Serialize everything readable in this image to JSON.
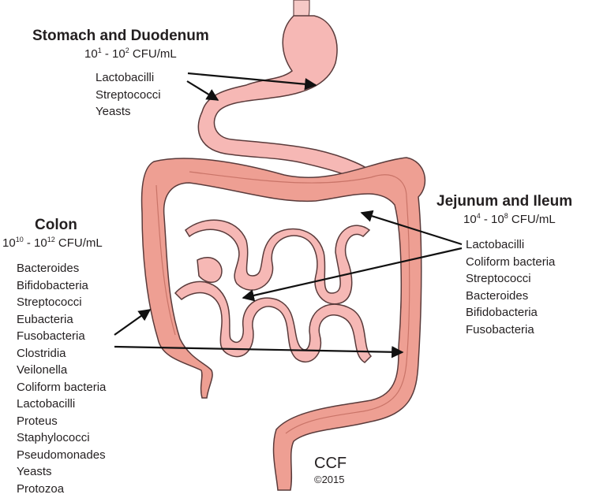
{
  "stomach": {
    "title": "Stomach and Duodenum",
    "range": {
      "a_base": "10",
      "a_exp": "1",
      "sep": " - ",
      "b_base": "10",
      "b_exp": "2",
      "unit": " CFU/mL"
    },
    "organisms": [
      "Lactobacilli",
      "Streptococci",
      "Yeasts"
    ]
  },
  "jejunum": {
    "title": "Jejunum and Ileum",
    "range": {
      "a_base": "10",
      "a_exp": "4",
      "sep": " - ",
      "b_base": "10",
      "b_exp": "8",
      "unit": " CFU/mL"
    },
    "organisms": [
      "Lactobacilli",
      "Coliform bacteria",
      "Streptococci",
      "Bacteroides",
      "Bifidobacteria",
      "Fusobacteria"
    ]
  },
  "colon": {
    "title": "Colon",
    "range": {
      "a_base": "10",
      "a_exp": "10",
      "sep": " - ",
      "b_base": "10",
      "b_exp": "12",
      "unit": " CFU/mL"
    },
    "organisms": [
      "Bacteroides",
      "Bifidobacteria",
      "Streptococci",
      "Eubacteria",
      "Fusobacteria",
      "Clostridia",
      "Veilonella",
      "Coliform bacteria",
      "Lactobacilli",
      "Proteus",
      "Staphylococci",
      "Pseudomonades",
      "Yeasts",
      "Protozoa"
    ]
  },
  "credit": {
    "name": "CCF",
    "year": "©2015"
  },
  "colors": {
    "tissue": "#f6b8b5",
    "colon": "#ee9f93",
    "outline": "#5a3b3b",
    "arrow": "#111111",
    "text": "#231f20"
  }
}
